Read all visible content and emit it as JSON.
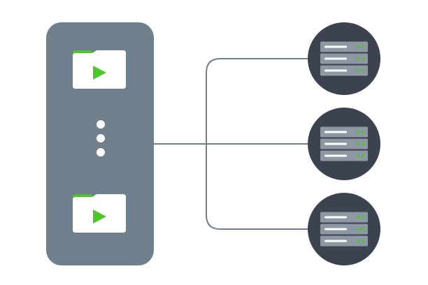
{
  "diagram": {
    "colors": {
      "background": "#ffffff",
      "source_panel": "#707f8c",
      "connector": "#707f8c",
      "server_circle": "#3d4250",
      "server_unit": "#8d98a4",
      "server_line": "#ffffff",
      "server_led": "#4cc62a",
      "folder": "#ffffff",
      "folder_tab": "#4cc62a",
      "play_icon": "#4cc62a",
      "ellipsis_dots": "#ffffff"
    },
    "source": {
      "items": [
        {
          "icon": "video-folder-icon"
        },
        {
          "icon": "ellipsis-icon"
        },
        {
          "icon": "video-folder-icon"
        }
      ]
    },
    "servers": [
      {
        "icon": "server-stack-icon",
        "units": 3
      },
      {
        "icon": "server-stack-icon",
        "units": 3
      },
      {
        "icon": "server-stack-icon",
        "units": 3
      }
    ]
  }
}
